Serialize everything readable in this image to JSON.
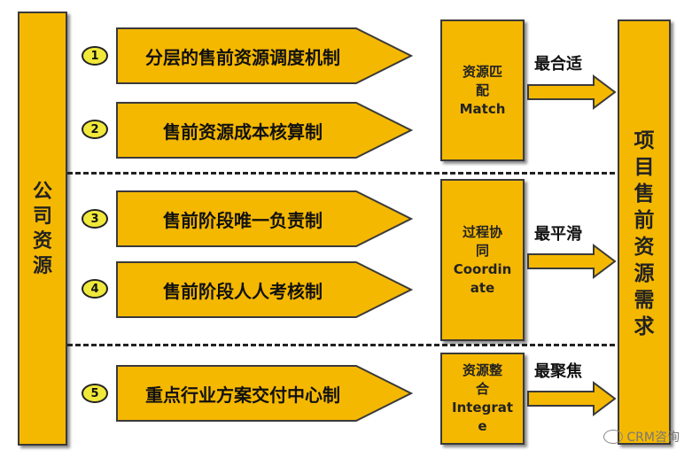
{
  "left_box": {
    "chars": [
      "公",
      "司",
      "资",
      "源"
    ]
  },
  "right_box": {
    "chars": [
      "项",
      "目",
      "售",
      "前",
      "资",
      "源",
      "需",
      "求"
    ]
  },
  "items": [
    {
      "number": "1",
      "label": "分层的售前资源调度机制"
    },
    {
      "number": "2",
      "label": "售前资源成本核算制"
    },
    {
      "number": "3",
      "label": "售前阶段唯一负责制"
    },
    {
      "number": "4",
      "label": "售前阶段人人考核制"
    },
    {
      "number": "5",
      "label": "重点行业方案交付中心制"
    }
  ],
  "groups": [
    {
      "lines": [
        "资源匹",
        "配",
        "Match"
      ],
      "result": "最合适"
    },
    {
      "lines": [
        "过程协",
        "同",
        "Coordin",
        "ate"
      ],
      "result": "最平滑"
    },
    {
      "lines": [
        "资源整",
        "合",
        "Integrat",
        "e"
      ],
      "result": "最聚焦"
    }
  ],
  "watermark": "CRM咨询",
  "colors": {
    "box_fill": "#f5b800",
    "badge_fill": "#f0e83a",
    "outline": "#3a3a3a"
  }
}
